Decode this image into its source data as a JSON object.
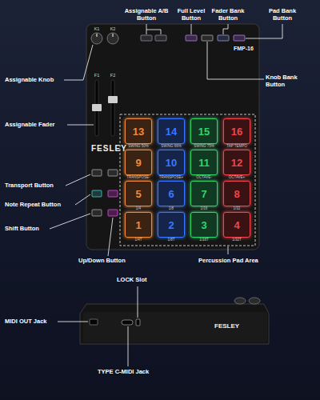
{
  "diagram": {
    "nodes": [
      {
        "text": [
          "FMP-16",
          "FESLEY"
        ]
      },
      {
        "text": [
          "13"
        ],
        "in": 0
      },
      {
        "text": [
          "14"
        ],
        "in": 0
      },
      {
        "text": [
          "15"
        ],
        "in": 0
      },
      {
        "text": [
          "16"
        ],
        "in": 0
      },
      {
        "text": [
          "9"
        ],
        "in": 0
      },
      {
        "text": [
          "10"
        ],
        "in": 0
      },
      {
        "text": [
          "11"
        ],
        "in": 0
      },
      {
        "text": [
          "12"
        ],
        "in": 0
      },
      {
        "text": [
          "5"
        ],
        "in": 0
      },
      {
        "text": [
          "6"
        ],
        "in": 0
      },
      {
        "text": [
          "7"
        ],
        "in": 0
      },
      {
        "text": [
          "8"
        ],
        "in": 0
      },
      {
        "text": [
          "1"
        ],
        "in": 0
      },
      {
        "text": [
          "2"
        ],
        "in": 0
      },
      {
        "text": [
          "3"
        ],
        "in": 0
      },
      {
        "text": [
          "4"
        ],
        "in": 0
      },
      {
        "text": [
          "FESLEY"
        ]
      }
    ],
    "labels": [
      "Assignable Knob",
      "Assignable A/B Button",
      "Full Level Button",
      "Fader Bank Button",
      "Pad Bank Button",
      "Knob Bank Button",
      "Assignable Fader",
      "Transport Button",
      "Note Repeat Button",
      "Shift Button",
      "Up/Down Button",
      "Percussion Pad Area",
      "LOCK Slot",
      "MIDI OUT Jack",
      "TYPE C-MIDI Jack",
      "K1",
      "K2",
      "F1",
      "F2",
      "SWING 50%",
      "SWING 66%",
      "SWING 75%",
      "TAP TEMPO",
      "TRANSPOSE-",
      "TRANSPOSE+",
      "OCTAVE-",
      "OCTAVE+",
      "1/4",
      "1/8",
      "1/16",
      "1/32",
      "1/4T",
      "1/8T",
      "1/16T",
      "1/32T"
    ]
  }
}
